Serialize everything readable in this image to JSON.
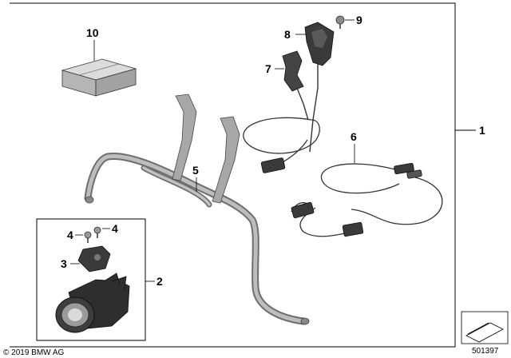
{
  "callouts": {
    "c1": "1",
    "c2": "2",
    "c3": "3",
    "c4a": "4",
    "c4b": "4",
    "c5": "5",
    "c6": "6",
    "c7": "7",
    "c8": "8",
    "c9": "9",
    "c10": "10"
  },
  "copyright": "© 2019 BMW AG",
  "diagram_id": "501397",
  "colors": {
    "line": "#000000",
    "metal": "#9a9a9a",
    "dark": "#3a3a3a",
    "box_fill": "#c8c8c8"
  }
}
